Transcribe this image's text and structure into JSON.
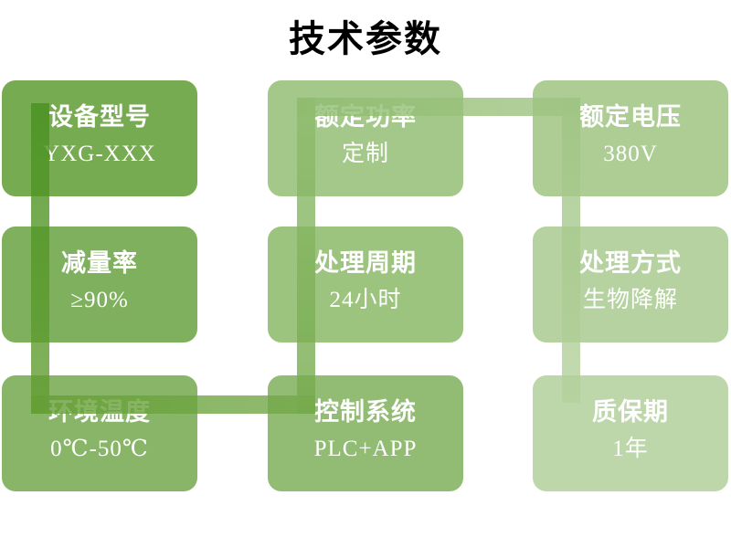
{
  "title": "技术参数",
  "boxes": [
    {
      "label": "设备型号",
      "value": "YXG-XXX",
      "color": "#77AB52"
    },
    {
      "label": "额定功率",
      "value": "定制",
      "color": "#A4C88A"
    },
    {
      "label": "额定电压",
      "value": "380V",
      "color": "#ADCD95"
    },
    {
      "label": "减量率",
      "value": "≥90%",
      "color": "#7FB05E"
    },
    {
      "label": "处理周期",
      "value": "24小时",
      "color": "#9CC47E"
    },
    {
      "label": "处理方式",
      "value": "生物降解",
      "color": "#B5D2A0"
    },
    {
      "label": "环境温度",
      "value": "0℃-50℃",
      "color": "#89B569"
    },
    {
      "label": "控制系统",
      "value": "PLC+APP",
      "color": "#92BB74"
    },
    {
      "label": "质保期",
      "value": "1年",
      "color": "#BDD7AB"
    }
  ],
  "connector": {
    "segments": [
      {
        "name": "left-column-band",
        "from": "rgba(71,144,29,0.8)",
        "to": "rgba(100,158,52,0.8)"
      },
      {
        "name": "bottom-row-band",
        "from": "rgba(100,158,52,0.8)",
        "to": "rgba(117,170,75,0.8)"
      },
      {
        "name": "middle-column-band",
        "from": "rgba(143,188,111,0.8)",
        "to": "rgba(117,170,75,0.8)"
      },
      {
        "name": "top-row-band",
        "from": "rgba(143,188,111,0.8)",
        "to": "rgba(159,196,131,0.8)"
      },
      {
        "name": "right-column-band",
        "from": "rgba(159,196,131,0.8)",
        "to": "rgba(180,209,156,0.8)"
      }
    ]
  }
}
